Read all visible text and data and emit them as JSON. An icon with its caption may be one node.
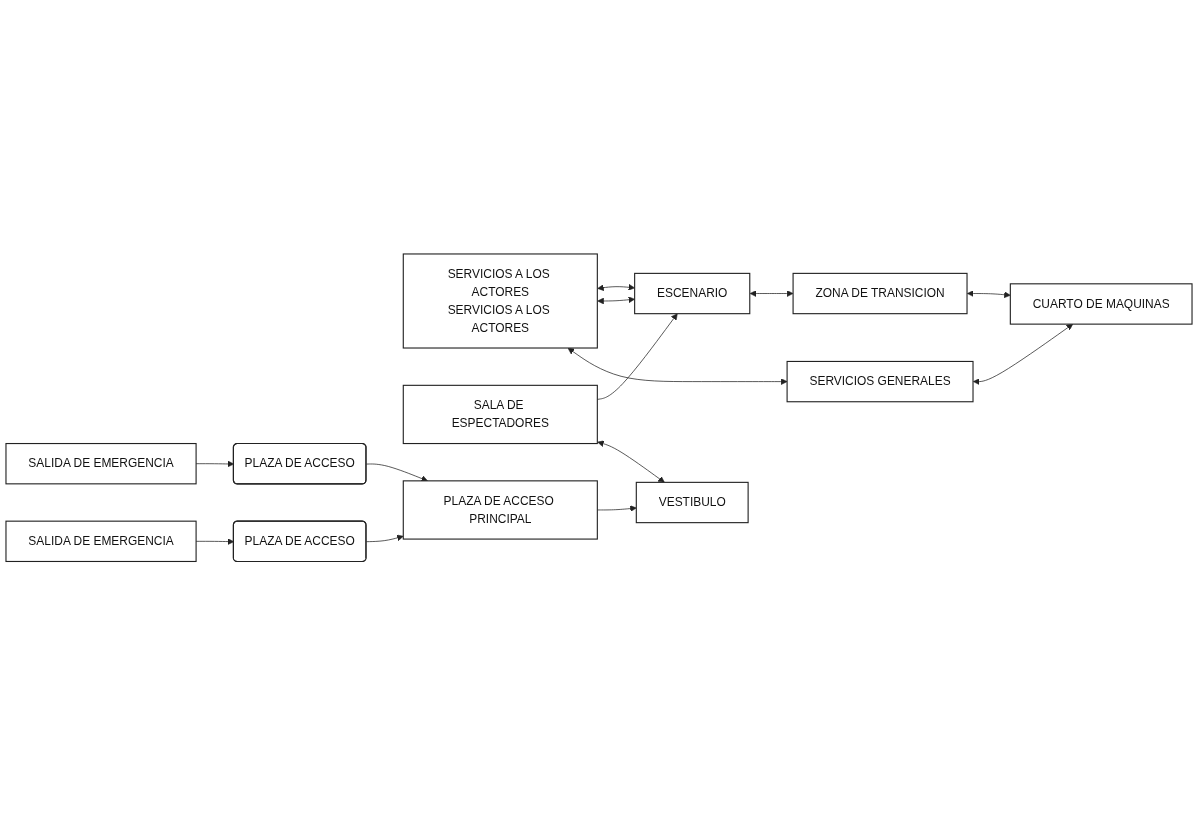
{
  "diagram": {
    "nodes": [
      {
        "text": [
          "PLAZA DE ACCESO"
        ]
      },
      {
        "text": [
          "SERVICIOS A LOS ACTORES",
          "SERVICIOS A LOS ACTORES"
        ]
      },
      {
        "text": [
          "SALIDA DE EMERGENCIA"
        ]
      },
      {
        "text": [
          "ESCENARIO"
        ]
      },
      {
        "text": [
          "SALA DE ESPECTADORES"
        ]
      },
      {
        "text": [
          "VESTIBULO"
        ]
      },
      {
        "text": [
          "PLAZA DE ACCESO PRINCIPAL"
        ]
      },
      {
        "text": [
          "SALIDA DE EMERGENCIA"
        ]
      },
      {
        "text": [
          "SERVICIOS GENERALES"
        ]
      },
      {
        "text": [
          "ZONA DE TRANSICION"
        ]
      },
      {
        "text": [
          "CUARTO DE MAQUINAS"
        ]
      },
      {
        "text": [
          "PLAZA DE ACCESO"
        ]
      }
    ],
    "edges": [
      {
        "from": 2,
        "to": 0,
        "arrow": "to"
      },
      {
        "from": 1,
        "to": 3,
        "arrow": "both"
      },
      {
        "from": 1,
        "to": 3,
        "arrow": "both"
      },
      {
        "from": 4,
        "to": 3,
        "arrow": "to"
      },
      {
        "from": 4,
        "to": 5,
        "arrow": "both"
      },
      {
        "from": 6,
        "to": 5,
        "arrow": "to"
      },
      {
        "from": 0,
        "to": 6,
        "arrow": "to"
      },
      {
        "from": 11,
        "to": 6,
        "arrow": "to"
      },
      {
        "from": 1,
        "to": 8,
        "arrow": "both"
      },
      {
        "from": 3,
        "to": 9,
        "arrow": "both"
      },
      {
        "from": 9,
        "to": 10,
        "arrow": "both"
      },
      {
        "from": 8,
        "to": 10,
        "arrow": "both"
      },
      {
        "from": 7,
        "to": 11,
        "arrow": "to"
      }
    ]
  }
}
